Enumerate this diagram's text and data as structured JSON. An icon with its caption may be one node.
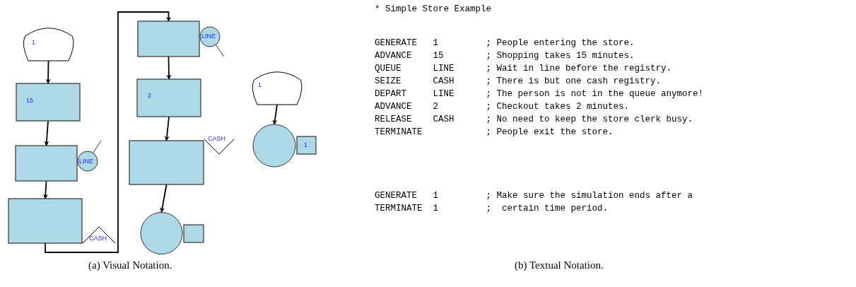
{
  "diagram": {
    "nodes": [
      {
        "text": [
          "1"
        ]
      },
      {
        "text": [
          "15"
        ]
      },
      {
        "text": [],
        "shape": "box"
      },
      {
        "text": [
          "LINE"
        ]
      },
      {
        "text": [],
        "shape": "box"
      },
      {
        "text": [
          "CASH"
        ]
      },
      {
        "text": [],
        "shape": "box"
      },
      {
        "text": [
          "LINE"
        ]
      },
      {
        "text": [
          "2"
        ]
      },
      {
        "text": [],
        "shape": "box"
      },
      {
        "text": [
          "CASH"
        ]
      },
      {
        "text": [],
        "shape": "circle"
      },
      {
        "text": [],
        "shape": "box"
      },
      {
        "text": [
          "1"
        ]
      },
      {
        "text": [],
        "shape": "circle"
      },
      {
        "text": [
          "1"
        ]
      }
    ],
    "edges": [
      {
        "from": 0,
        "to": 1,
        "arrow": "to"
      },
      {
        "from": 1,
        "to": 2,
        "arrow": "to"
      },
      {
        "from": 2,
        "to": 4,
        "arrow": "to"
      },
      {
        "from": 4,
        "to": 6,
        "arrow": "to"
      },
      {
        "from": 6,
        "to": 8,
        "arrow": "to"
      },
      {
        "from": 8,
        "to": 9,
        "arrow": "to"
      },
      {
        "from": 9,
        "to": 11,
        "arrow": "to"
      },
      {
        "from": 13,
        "to": 14,
        "arrow": "to"
      }
    ],
    "labels": [
      "* Simple Store Example",
      "GENERATE   1         ; People entering the store.",
      "ADVANCE    15        ; Shopping takes 15 minutes.",
      "QUEUE      LINE      ; Wait in line before the registry.",
      "SEIZE      CASH      ; There is but one cash registry.",
      "DEPART     LINE      ; The person is not in the queue anymore!",
      "ADVANCE    2         ; Checkout takes 2 minutes.",
      "RELEASE    CASH      ; No need to keep the store clerk busy.",
      "TERMINATE            ; People exit the store.",
      "GENERATE   1         ; Make sure the simulation ends after a",
      "TERMINATE  1         ;  certain time period.",
      "(a) Visual Notation.",
      "(b) Textual Notation."
    ]
  }
}
